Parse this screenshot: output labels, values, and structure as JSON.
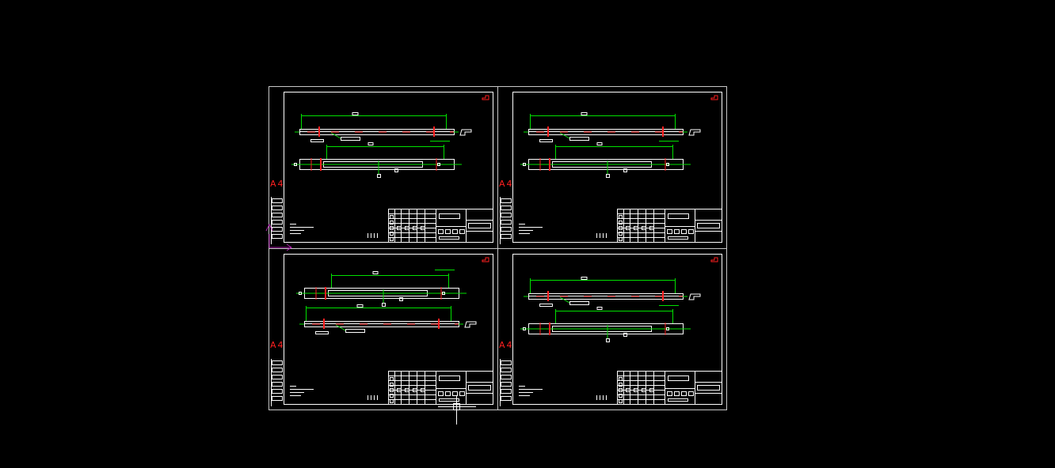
{
  "viewport": {
    "background": "#000000"
  },
  "colors": {
    "outline": "#ffffff",
    "frame": "#c8c8c8",
    "dimension": "#00e000",
    "centerline": "#ff2020",
    "ucs": "#b020b0",
    "cursor": "#ffffff"
  },
  "sheets": [
    {
      "label": "A4",
      "variant": "top-detail"
    },
    {
      "label": "A4",
      "variant": "top-detail"
    },
    {
      "label": "A4",
      "variant": "bottom-detail"
    },
    {
      "label": "A4",
      "variant": "flipped-detail"
    }
  ],
  "ucs_icon": "ucs-axis-icon",
  "cursor_icon": "crosshair-cursor-icon"
}
